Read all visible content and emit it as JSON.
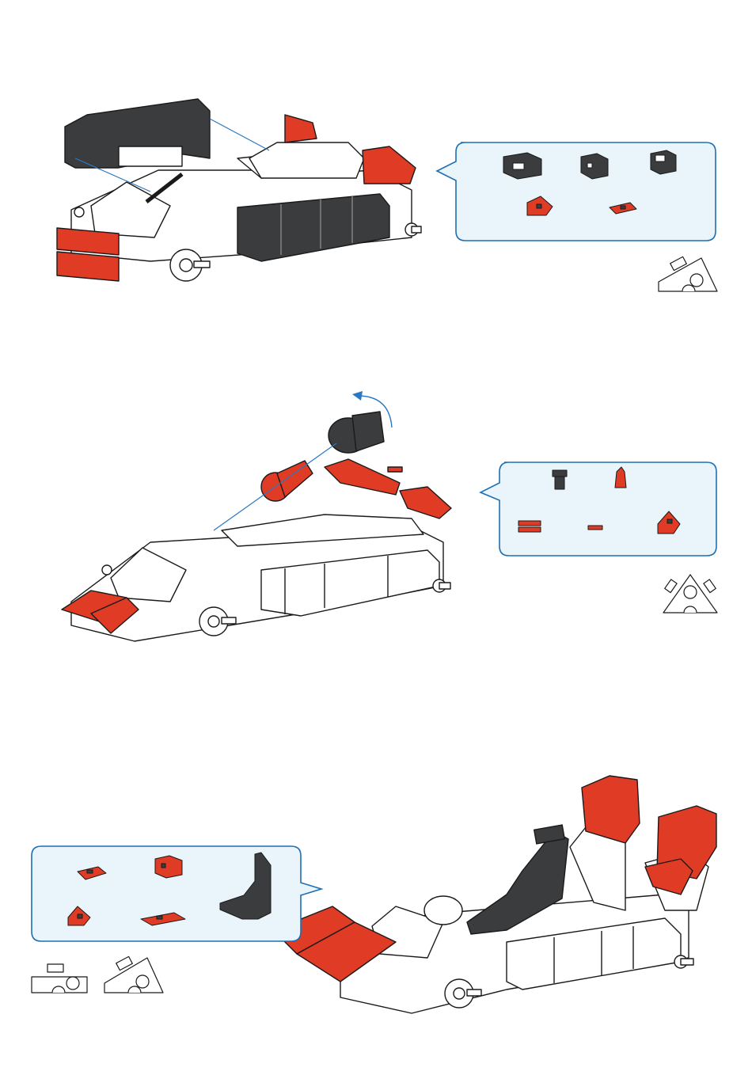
{
  "colors": {
    "dark_brick": "#3b3c3e",
    "red_brick": "#e03b24",
    "white_brick": "#ffffff",
    "outline": "#1a1a1a",
    "callout_border": "#1d6fb3",
    "callout_fill": "#eaf4fb",
    "guide_line": "#2a78c2"
  },
  "steps": [
    {
      "parts": [
        "dark-building-block-30",
        "dark-building-block-15",
        "dark-building-block-15-bore",
        "red-angle-block-30",
        "red-building-plate-15"
      ],
      "icon": "angle-block-pattern-icon"
    },
    {
      "parts": [
        "dark-hub-nut",
        "red-gear-hub",
        "red-spring-cam",
        "red-connector",
        "red-angle-block-30"
      ],
      "icon": "triangle-angle-pattern-icon",
      "rotation": "counter-clockwise-arrow-icon"
    },
    {
      "parts": [
        "red-building-plate-15",
        "red-building-block-15",
        "red-angle-block-30",
        "red-building-plate-30",
        "dark-seat"
      ],
      "icons": [
        "plate-hole-pattern-icon",
        "angle-block-pattern-icon"
      ]
    }
  ]
}
